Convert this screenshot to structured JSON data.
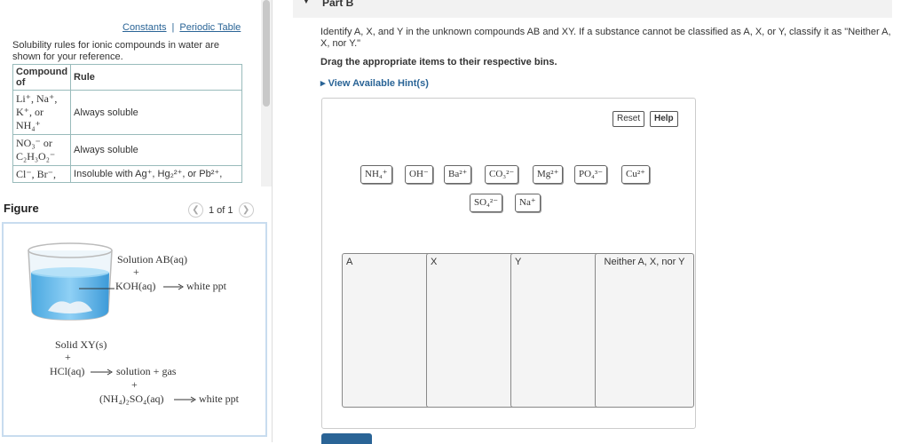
{
  "left": {
    "links": {
      "constants": "Constants",
      "separator": "|",
      "periodic": "Periodic Table"
    },
    "intro": "Solubility rules for ionic compounds in water are shown for your reference.",
    "table": {
      "headers": [
        "Compound of",
        "Rule"
      ],
      "rows": [
        {
          "compound": "Li⁺, Na⁺, K⁺, or NH₄⁺",
          "rule": "Always soluble"
        },
        {
          "compound": "NO₃⁻ or C₂H₃O₂⁻",
          "rule": "Always soluble"
        },
        {
          "compound": "Cl⁻, Br⁻,",
          "rule": "Insoluble with Ag⁺, Hg₂²⁺, or Pb²⁺,"
        }
      ]
    },
    "figure": {
      "title": "Figure",
      "pager": "1 of 1",
      "texts": {
        "solution_ab": "Solution AB(aq)",
        "plus1": "+",
        "koh": "KOH(aq)",
        "white_ppt1": "white ppt",
        "solid_xy": "Solid XY(s)",
        "plus2": "+",
        "hcl": "HCl(aq)",
        "solution_gas": "solution + gas",
        "plus3": "+",
        "nh4so4": "(NH₄)₂SO₄(aq)",
        "white_ppt2": "white ppt"
      }
    }
  },
  "right": {
    "part_title": "Part B",
    "question": "Identify A, X, and Y in the unknown compounds AB and XY. If a substance cannot be classified as A, X, or Y, classify it as \"Neither A, X, nor Y.\"",
    "instruction": "Drag the appropriate items to their respective bins.",
    "hint": "View Available Hint(s)",
    "buttons": {
      "reset": "Reset",
      "help": "Help"
    },
    "tiles": [
      "NH₄⁺",
      "OH⁻",
      "Ba²⁺",
      "CO₃²⁻",
      "Mg²⁺",
      "PO₄³⁻",
      "Cu²⁺",
      "SO₄²⁻",
      "Na⁺"
    ],
    "bins": [
      "A",
      "X",
      "Y",
      "Neither A, X, nor Y"
    ]
  }
}
